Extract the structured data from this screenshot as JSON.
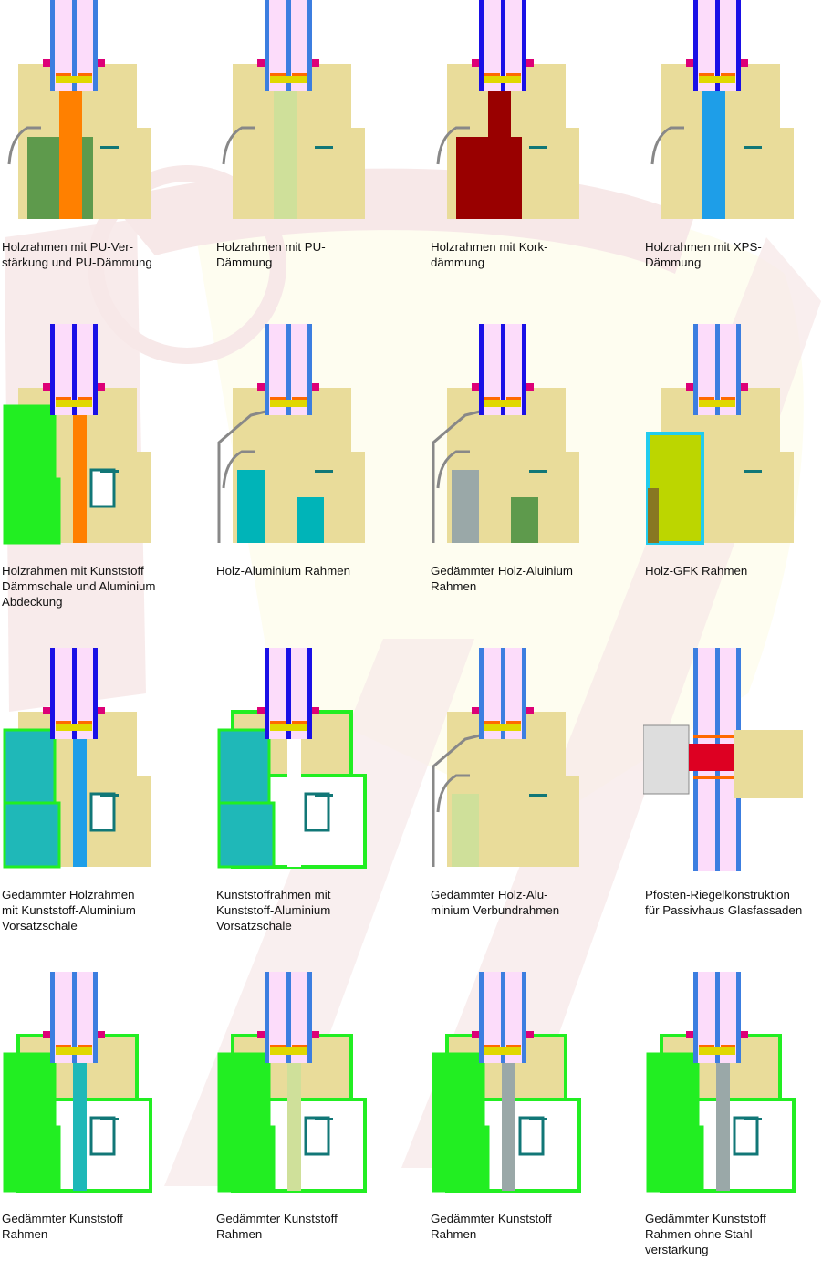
{
  "title": "Fensterrahmen-Querschnitte",
  "colors": {
    "wood": "#e9dc9a",
    "glass": "#fcdcfa",
    "pane_blue": "#3c7ee0",
    "pane_darkblue": "#1a10e6",
    "pu_orange": "#ff8000",
    "green_insulation": "#5e9a4c",
    "cork": "#990000",
    "xps_blue": "#1e9ee8",
    "teal": "#1fb8b8",
    "pvc_green": "#22ee22",
    "light_green": "#cfe09a",
    "gray": "#9aa8a8",
    "gfk_yellowgreen": "#bcd600",
    "watermark_pink": "#f7e8e8",
    "watermark_cream": "#fefdf2"
  },
  "diagrams": [
    {
      "id": "pu-verstaerkung",
      "caption": "Holzrahmen mit PU-Ver-\nstärkung und PU-Dämmung",
      "core": "#ff8000",
      "side": "#5e9a4c",
      "pane": "#3c7ee0",
      "style": "wood"
    },
    {
      "id": "pu-daemmung",
      "caption": "Holzrahmen mit PU-\nDämmung",
      "core": "#cfe09a",
      "side": "#e9dc9a",
      "pane": "#3c7ee0",
      "style": "wood"
    },
    {
      "id": "kork",
      "caption": "Holzrahmen mit Kork-\ndämmung",
      "core": "#990000",
      "side": "#990000",
      "pane": "#1a10e6",
      "style": "wood"
    },
    {
      "id": "xps",
      "caption": "Holzrahmen mit XPS-\nDämmung",
      "core": "#1e9ee8",
      "side": "#e9dc9a",
      "pane": "#1a10e6",
      "style": "wood"
    },
    {
      "id": "kunststoff-daemmschale",
      "caption": "Holzrahmen mit Kunststoff\nDämmschale und Aluminium\nAbdeckung",
      "core": "#ff8000",
      "side": "#22ee22",
      "pane": "#1a10e6",
      "style": "shell"
    },
    {
      "id": "holz-alu",
      "caption": "Holz-Aluminium Rahmen",
      "core": "#00b4b8",
      "side": "#aa2200",
      "pane": "#3c7ee0",
      "style": "alu"
    },
    {
      "id": "gedaemmt-holz-alu",
      "caption": "Gedämmter Holz-Aluinium\nRahmen",
      "core": "#9aa8a8",
      "side": "#5e9a4c",
      "pane": "#1a10e6",
      "style": "alu"
    },
    {
      "id": "holz-gfk",
      "caption": "Holz-GFK Rahmen",
      "core": "#bcd600",
      "side": "#22ccee",
      "pane": "#3c7ee0",
      "style": "gfk"
    },
    {
      "id": "kunststoff-alu-vorsatz",
      "caption": "Gedämmter Holzrahmen\nmit Kunststoff-Aluminium\nVorsatzschale",
      "core": "#1e9ee8",
      "side": "#1fb8b8",
      "pane": "#1a10e6",
      "style": "shell"
    },
    {
      "id": "kunststoffrahmen-vorsatz",
      "caption": "Kunststoffrahmen mit\nKunststoff-Aluminium\nVorsatzschale",
      "core": "#ffffff",
      "side": "#1fb8b8",
      "pane": "#1a10e6",
      "style": "pvc"
    },
    {
      "id": "verbundrahmen",
      "caption": "Gedämmter Holz-Alu-\nminium Verbundrahmen",
      "core": "#cfe09a",
      "side": "#e9dc9a",
      "pane": "#3c7ee0",
      "style": "alu"
    },
    {
      "id": "pfosten-riegel",
      "caption": "Pfosten-Riegelkonstruktion\nfür Passivhaus Glasfassaden",
      "core": "#dd0022",
      "side": "#e9dc9a",
      "pane": "#3c7ee0",
      "style": "facade"
    },
    {
      "id": "kunststoff-1",
      "caption": "Gedämmter Kunststoff\nRahmen",
      "core": "#1fb8b8",
      "side": "#22ee22",
      "pane": "#3c7ee0",
      "style": "pvc"
    },
    {
      "id": "kunststoff-2",
      "caption": "Gedämmter Kunststoff\nRahmen",
      "core": "#cfe09a",
      "side": "#22ee22",
      "pane": "#3c7ee0",
      "style": "pvc"
    },
    {
      "id": "kunststoff-3",
      "caption": "Gedämmter Kunststoff\nRahmen",
      "core": "#9aa8a8",
      "side": "#22ee22",
      "pane": "#3c7ee0",
      "style": "pvc"
    },
    {
      "id": "kunststoff-ohne-stahl",
      "caption": "Gedämmter Kunststoff\nRahmen ohne Stahl-\nverstärkung",
      "core": "#9aa8a8",
      "side": "#22ee22",
      "pane": "#3c7ee0",
      "style": "pvc"
    }
  ]
}
